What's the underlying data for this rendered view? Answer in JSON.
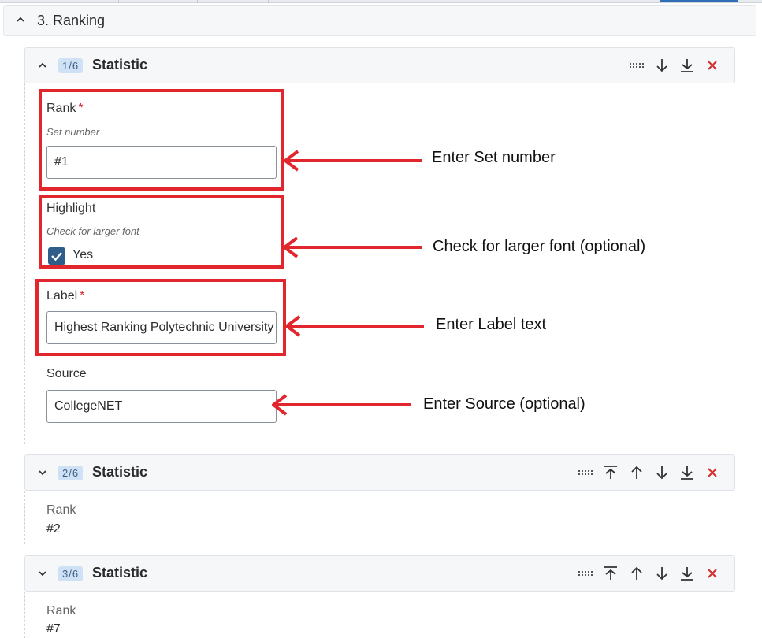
{
  "section": {
    "title": "3. Ranking"
  },
  "cards": [
    {
      "badge": "1/6",
      "title": "Statistic",
      "fields": {
        "rank": {
          "label": "Rank",
          "required_mark": "*",
          "help": "Set number",
          "value": "#1"
        },
        "highlight": {
          "label": "Highlight",
          "help": "Check for larger font",
          "checked": true,
          "option_label": "Yes"
        },
        "label": {
          "label": "Label",
          "required_mark": "*",
          "value": "Highest Ranking Polytechnic University"
        },
        "source": {
          "label": "Source",
          "value": "CollegeNET"
        }
      }
    },
    {
      "badge": "2/6",
      "title": "Statistic",
      "summary_label": "Rank",
      "summary_value": "#2"
    },
    {
      "badge": "3/6",
      "title": "Statistic",
      "summary_label": "Rank",
      "summary_value": "#7"
    }
  ],
  "annotations": [
    "Enter Set number",
    "Check for larger font (optional)",
    "Enter Label text",
    "Enter Source (optional)"
  ],
  "colors": {
    "annotation_red": "#e1272d",
    "badge_bg": "#cfe1f4",
    "checkbox_fill": "#2f5d8a",
    "delete_red": "#d62b2b"
  },
  "icons": {
    "toggle": "chevron-icon",
    "drag": "drag-handle-icon",
    "move_top": "move-to-top-icon",
    "move_up": "arrow-up-icon",
    "move_down": "arrow-down-icon",
    "move_bottom": "move-to-bottom-icon",
    "delete": "close-icon"
  }
}
